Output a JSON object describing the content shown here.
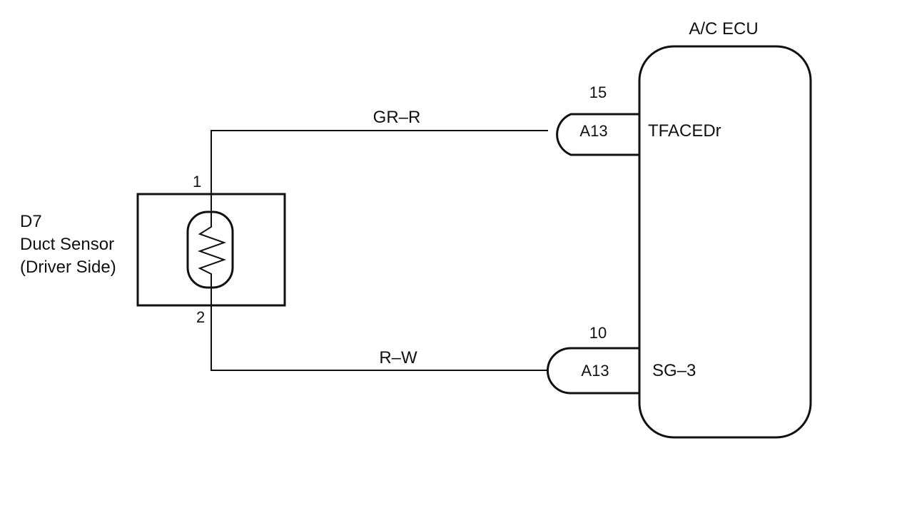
{
  "ecu": {
    "label": "A/C ECU",
    "terminals": [
      {
        "pin": "15",
        "connector": "A13",
        "signal": "TFACEDr",
        "wire_color": "GR–R"
      },
      {
        "pin": "10",
        "connector": "A13",
        "signal": "SG–3",
        "wire_color": "R–W"
      }
    ]
  },
  "sensor": {
    "id": "D7",
    "name": "Duct Sensor",
    "side": "(Driver Side)",
    "pin_top": "1",
    "pin_bottom": "2"
  }
}
